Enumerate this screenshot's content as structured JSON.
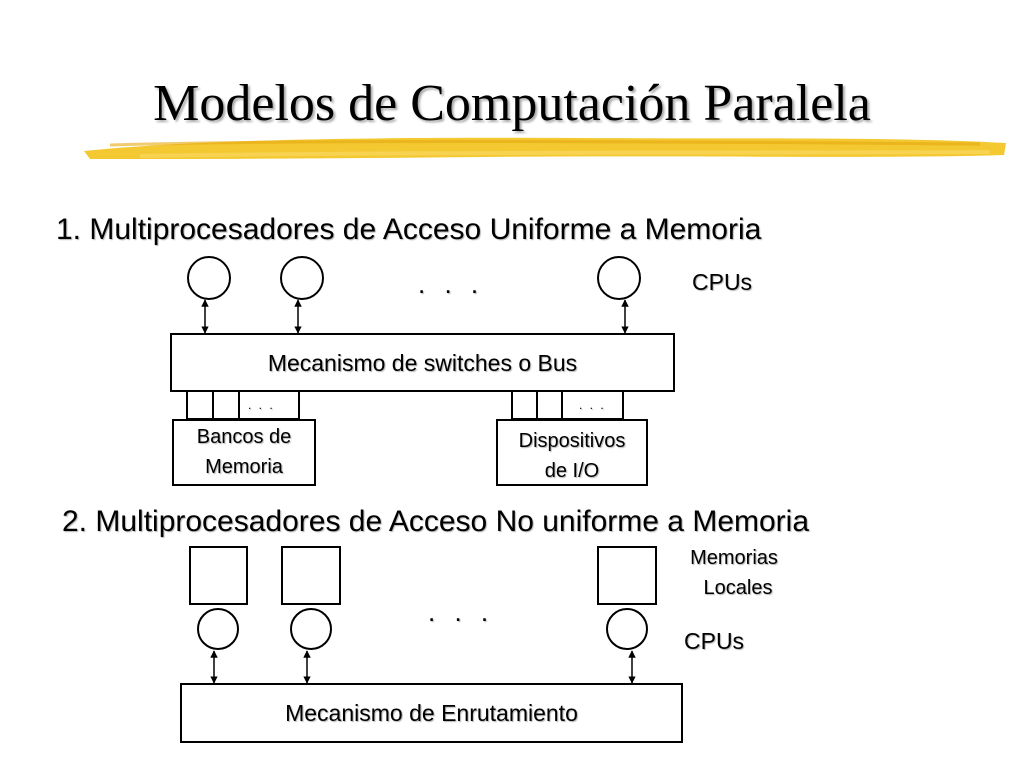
{
  "slide": {
    "title": "Modelos de Computación Paralela",
    "accent_color": "#f2c21b"
  },
  "uma": {
    "heading": "1. Multiprocesadores de Acceso Uniforme a Memoria",
    "cpus_label": "CPUs",
    "ellipsis": ". . .",
    "bus_label": "Mecanismo de switches o Bus",
    "memory_banks_line1": "Bancos de",
    "memory_banks_line2": "Memoria",
    "io_line1": "Dispositivos",
    "io_line2": "de I/O",
    "port_ellipsis_left": ". . .",
    "port_ellipsis_right": ". . ."
  },
  "numa": {
    "heading": "2. Multiprocesadores de Acceso No uniforme a Memoria",
    "local_mem_line1": "Memorias",
    "local_mem_line2": "Locales",
    "cpus_label": "CPUs",
    "ellipsis": ". . .",
    "routing_label": "Mecanismo de Enrutamiento"
  }
}
